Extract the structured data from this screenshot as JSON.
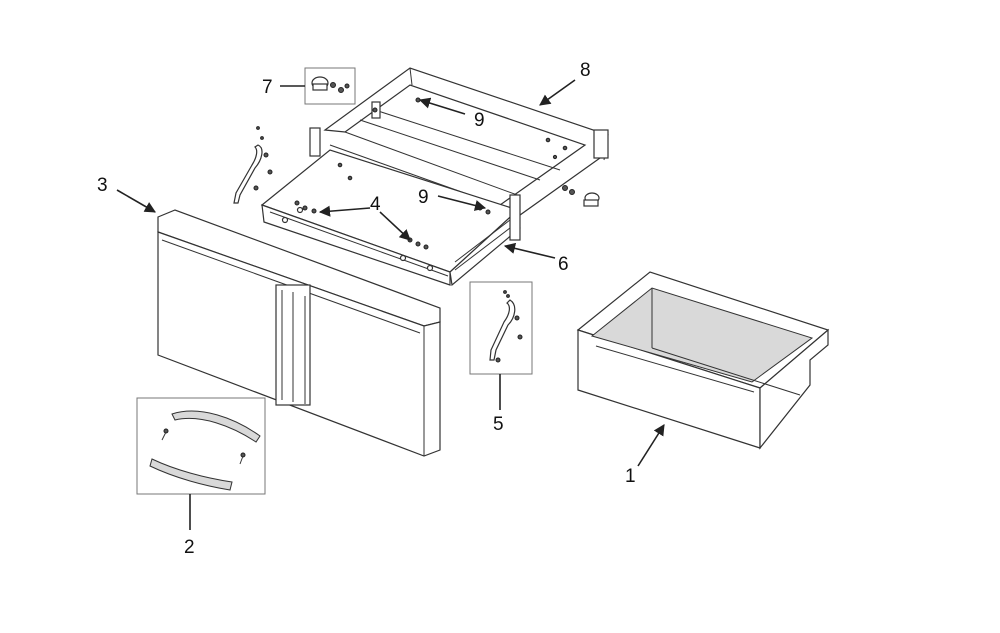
{
  "callouts": [
    {
      "id": "1",
      "label": "1"
    },
    {
      "id": "2",
      "label": "2"
    },
    {
      "id": "3",
      "label": "3"
    },
    {
      "id": "4",
      "label": "4"
    },
    {
      "id": "5",
      "label": "5"
    },
    {
      "id": "6",
      "label": "6"
    },
    {
      "id": "7",
      "label": "7"
    },
    {
      "id": "8",
      "label": "8"
    },
    {
      "id": "9a",
      "label": "9"
    },
    {
      "id": "9b",
      "label": "9"
    }
  ],
  "colors": {
    "line": "#222222",
    "fill": "#ffffff",
    "shade": "#d9d9d9"
  }
}
